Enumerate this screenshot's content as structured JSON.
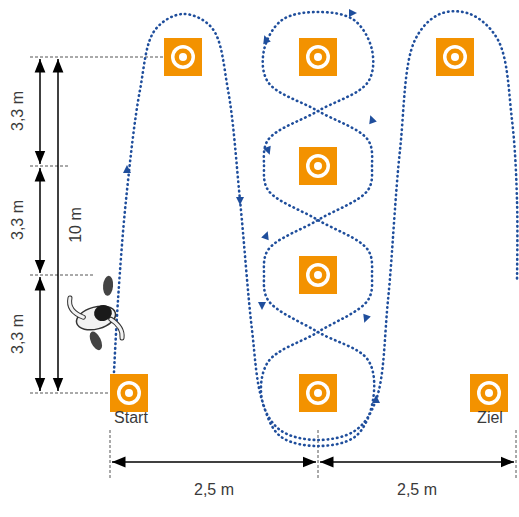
{
  "diagram": {
    "labels": [
      "3,3 m",
      "3,3 m",
      "3,3 m",
      "10 m",
      "Start",
      "Ziel",
      "2,5 m",
      "2,5 m"
    ]
  }
}
